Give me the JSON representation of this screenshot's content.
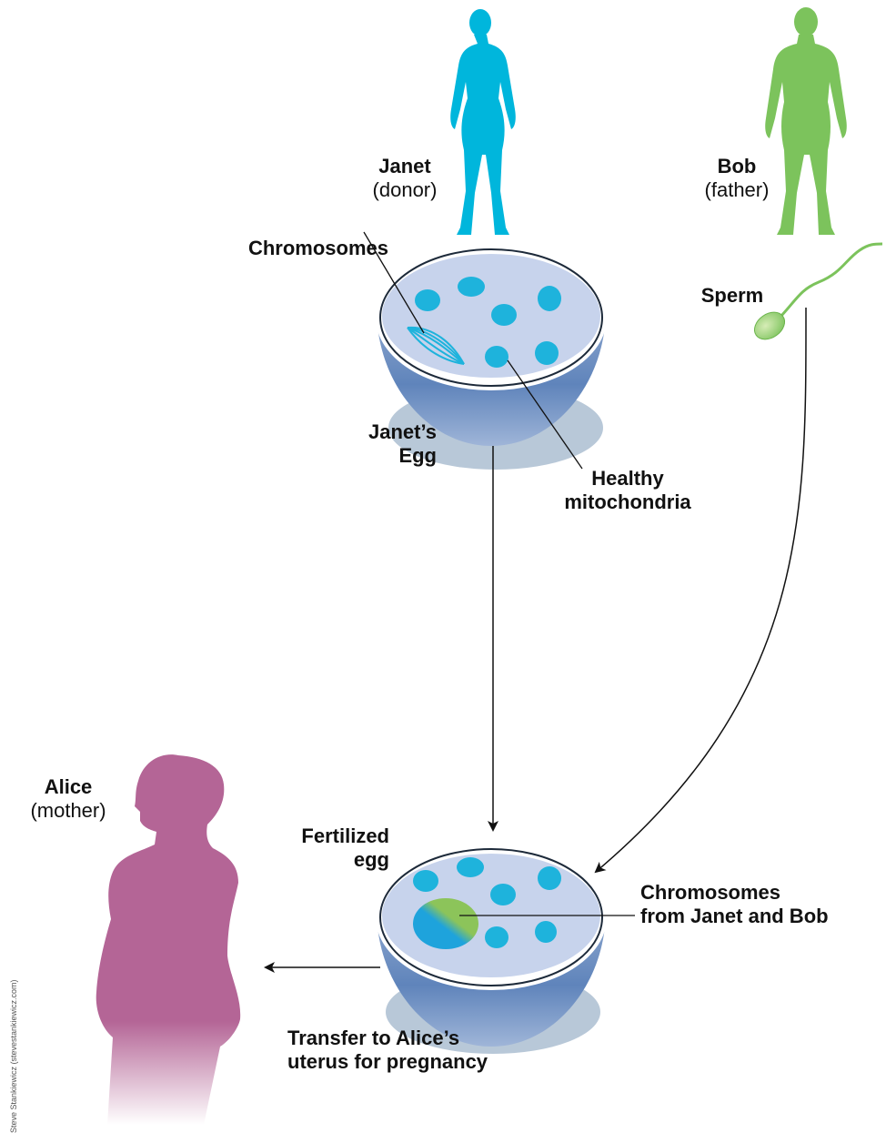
{
  "people": {
    "janet": {
      "name": "Janet",
      "role": "(donor)"
    },
    "bob": {
      "name": "Bob",
      "role": "(father)"
    },
    "alice": {
      "name": "Alice",
      "role": "(mother)"
    }
  },
  "labels": {
    "chromosomes": "Chromosomes",
    "sperm": "Sperm",
    "janets_egg_line1": "Janet’s",
    "janets_egg_line2": "Egg",
    "healthy_line1": "Healthy",
    "healthy_line2": "mitochondria",
    "fertilized_line1": "Fertilized",
    "fertilized_line2": "egg",
    "chrom_jb_line1": "Chromosomes",
    "chrom_jb_line2": "from Janet and Bob",
    "transfer_line1": "Transfer to Alice’s",
    "transfer_line2": "uterus for pregnancy"
  },
  "credit": "Steve Stankiewicz (stevestankiewicz.com)",
  "colors": {
    "janet": "#00b6dc",
    "bob": "#7cc35c",
    "alice": "#b46596",
    "egg_inner": "#c7d3ec",
    "mito": "#1eb3dc"
  }
}
